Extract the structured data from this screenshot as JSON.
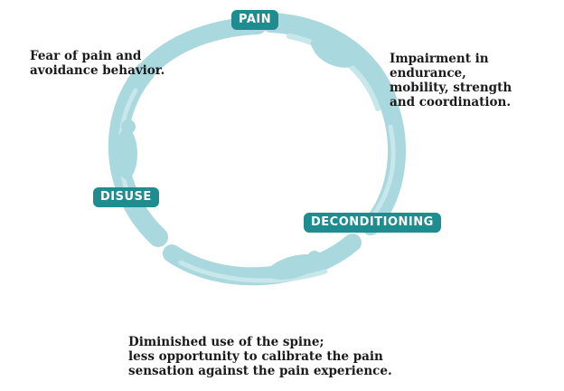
{
  "colors": {
    "badge": "#1f8c8f",
    "ring": "#a9d8de",
    "text": "#1a1a1a"
  },
  "cycle": {
    "stages": {
      "pain": "PAIN",
      "deconditioning": "DECONDITIONING",
      "disuse": "DISUSE"
    },
    "notes": {
      "fear": "Fear of pain and\navoidance behavior.",
      "impairment": "Impairment in\nendurance,\nmobility, strength\n and coordination.",
      "diminished": "Diminished use of the spine;\nless opportunity to calibrate the pain\nsensation against the pain experience."
    }
  }
}
